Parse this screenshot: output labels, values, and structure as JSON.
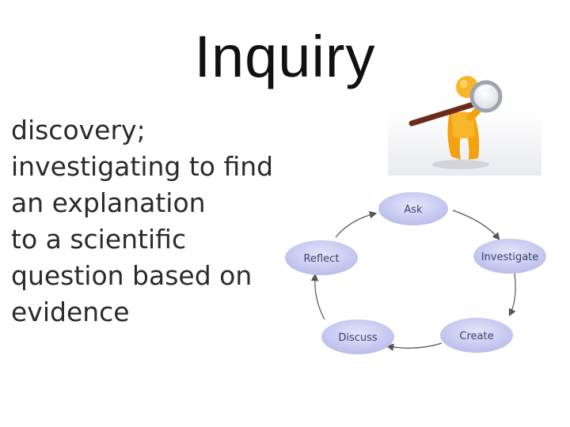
{
  "slide": {
    "title": "Inquiry",
    "definition_lines": [
      "discovery;",
      "investigating to find",
      "an explanation",
      "to a scientific",
      "question based on",
      "evidence"
    ]
  },
  "cycle": {
    "nodes": [
      "Ask",
      "Investigate",
      "Create",
      "Discuss",
      "Reflect"
    ],
    "node_fill": "#c9cdf2",
    "arrow_color": "#555555"
  },
  "figure": {
    "icon": "magnifying-glass-figure-icon",
    "figure_color": "#f2a10f",
    "glass_handle_color": "#6b2a1a"
  }
}
